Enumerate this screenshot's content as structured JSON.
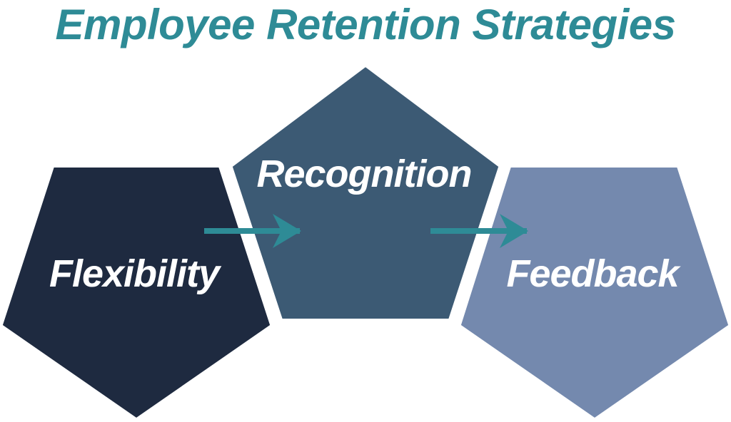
{
  "title": "Employee Retention Strategies",
  "colors": {
    "title": "#2e8b96",
    "arrow": "#2e8b96",
    "label": "#ffffff",
    "background": "#ffffff"
  },
  "shapes": [
    {
      "label": "Flexibility",
      "fill": "#1e2a40"
    },
    {
      "label": "Recognition",
      "fill": "#3c5a74"
    },
    {
      "label": "Feedback",
      "fill": "#7489ae"
    }
  ]
}
